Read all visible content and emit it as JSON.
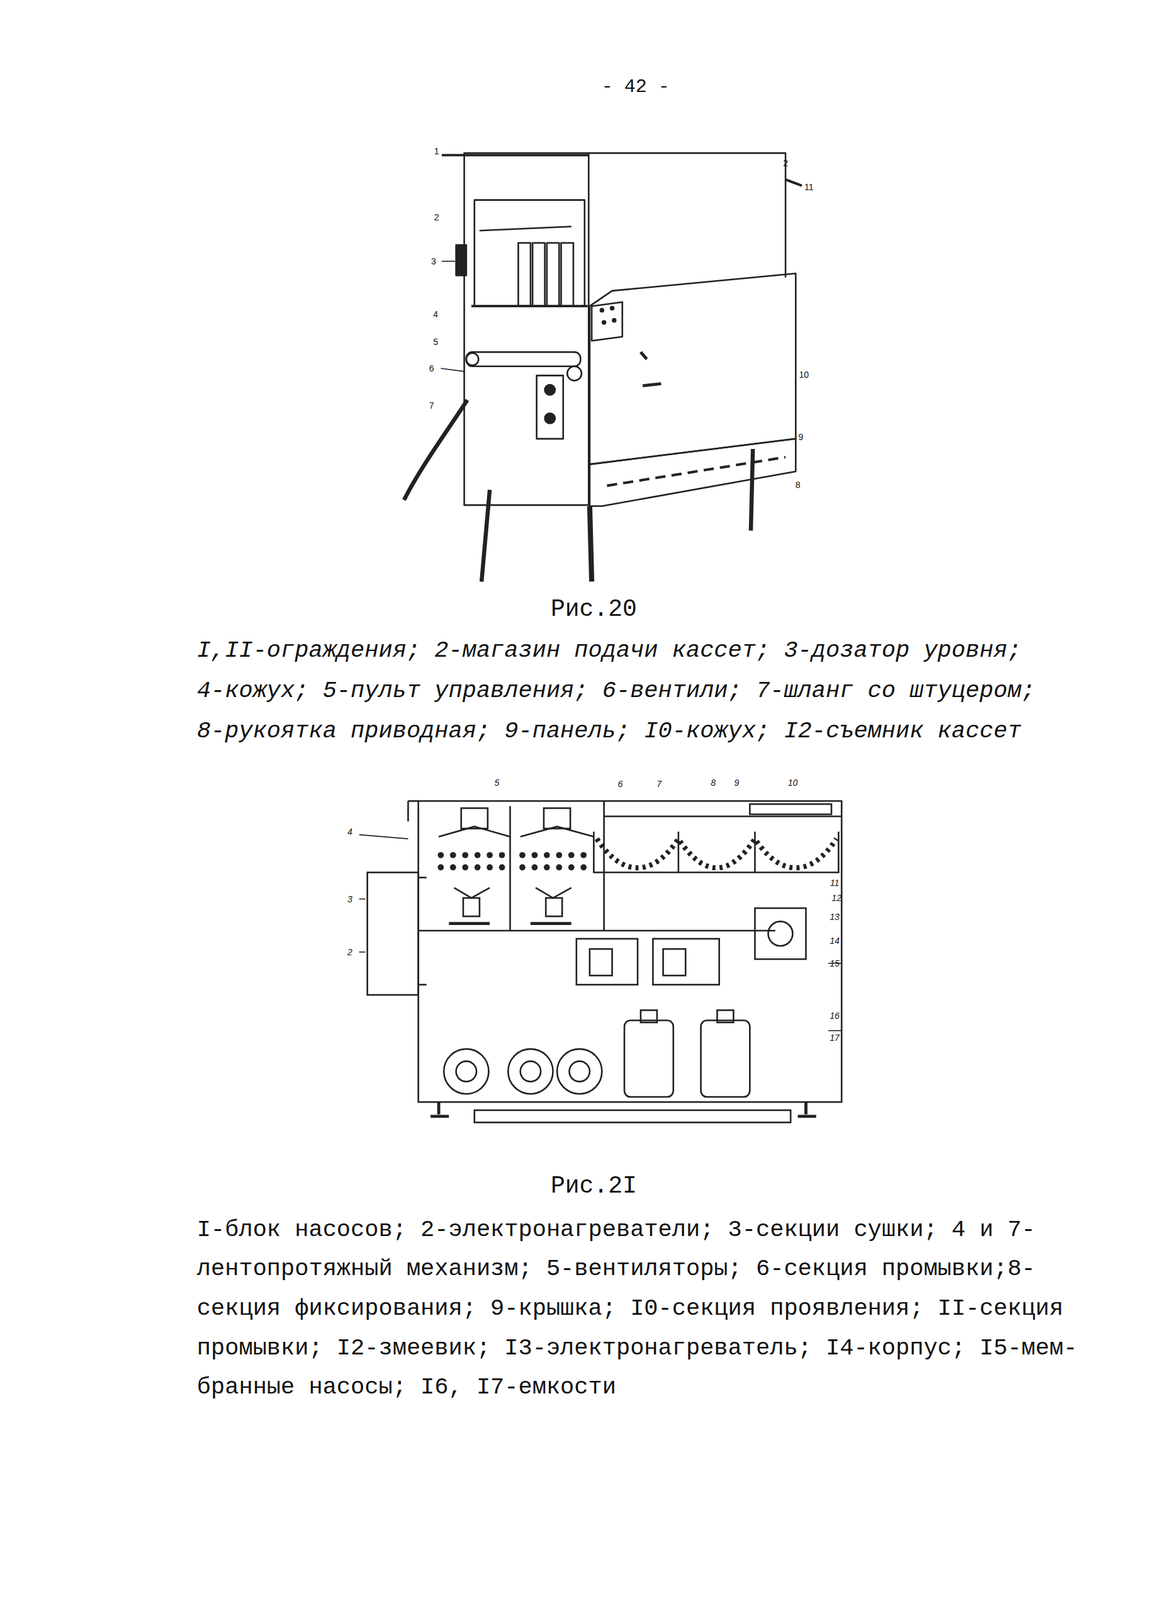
{
  "diagram": {
    "labels": [
      "- 42 -",
      "1",
      "2",
      "11",
      "2",
      "3",
      "4",
      "5",
      "6",
      "7",
      "10",
      "9",
      "8",
      "Рис.20",
      "I,II-ограждения; 2-магазин подачи кассет; 3-дозатор уровня;",
      "4-кожух; 5-пульт управления; 6-вентили; 7-шланг со штуцером;",
      "8-рукоятка приводная; 9-панель; I0-кожух; I2-съемник кассет",
      "5",
      "6",
      "7",
      "8",
      "9",
      "10",
      "4",
      "3",
      "2",
      "11",
      "12",
      "13",
      "14",
      "15",
      "16",
      "17",
      "Рис.2I",
      "I-блок насосов; 2-электронагреватели; 3-секции сушки; 4 и 7-",
      "лентопротяжный механизм; 5-вентиляторы; 6-секция промывки;8-",
      "секция фиксирования; 9-крышка; I0-секция проявления; II-секция",
      "промывки; I2-змеевик; I3-электронагреватель; I4-корпус; I5-мем-",
      "бранные насосы; I6, I7-емкости"
    ]
  }
}
